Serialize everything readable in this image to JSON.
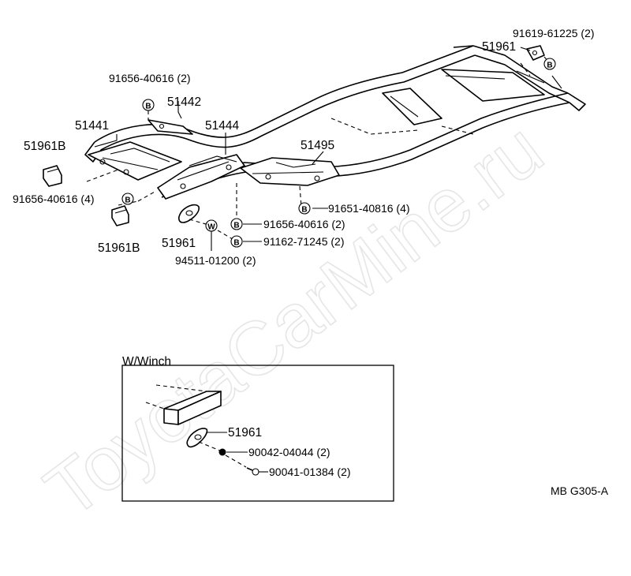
{
  "watermark": "ToyotaCarMine.ru",
  "diagram_code": "MB G305-A",
  "symbols": {
    "bolt": "B",
    "washer": "W"
  },
  "parts": {
    "p_91619_61225": "91619-61225 (2)",
    "p_51961_top": "51961",
    "p_91656_40616_top": "91656-40616 (2)",
    "p_51442": "51442",
    "p_51441": "51441",
    "p_51444": "51444",
    "p_51495": "51495",
    "p_51961B_upper": "51961B",
    "p_91656_40616_left": "91656-40616 (4)",
    "p_91651_40816": "91651-40816 (4)",
    "p_91656_40616_mid": "91656-40616 (2)",
    "p_91162_71245": "91162-71245 (2)",
    "p_51961_mid": "51961",
    "p_94511_01200": "94511-01200 (2)",
    "p_51961B_lower": "51961B"
  },
  "inset": {
    "title": "W/Winch",
    "p_51961": "51961",
    "p_90042_04044": "90042-04044 (2)",
    "p_90041_01384": "90041-01384 (2)"
  }
}
